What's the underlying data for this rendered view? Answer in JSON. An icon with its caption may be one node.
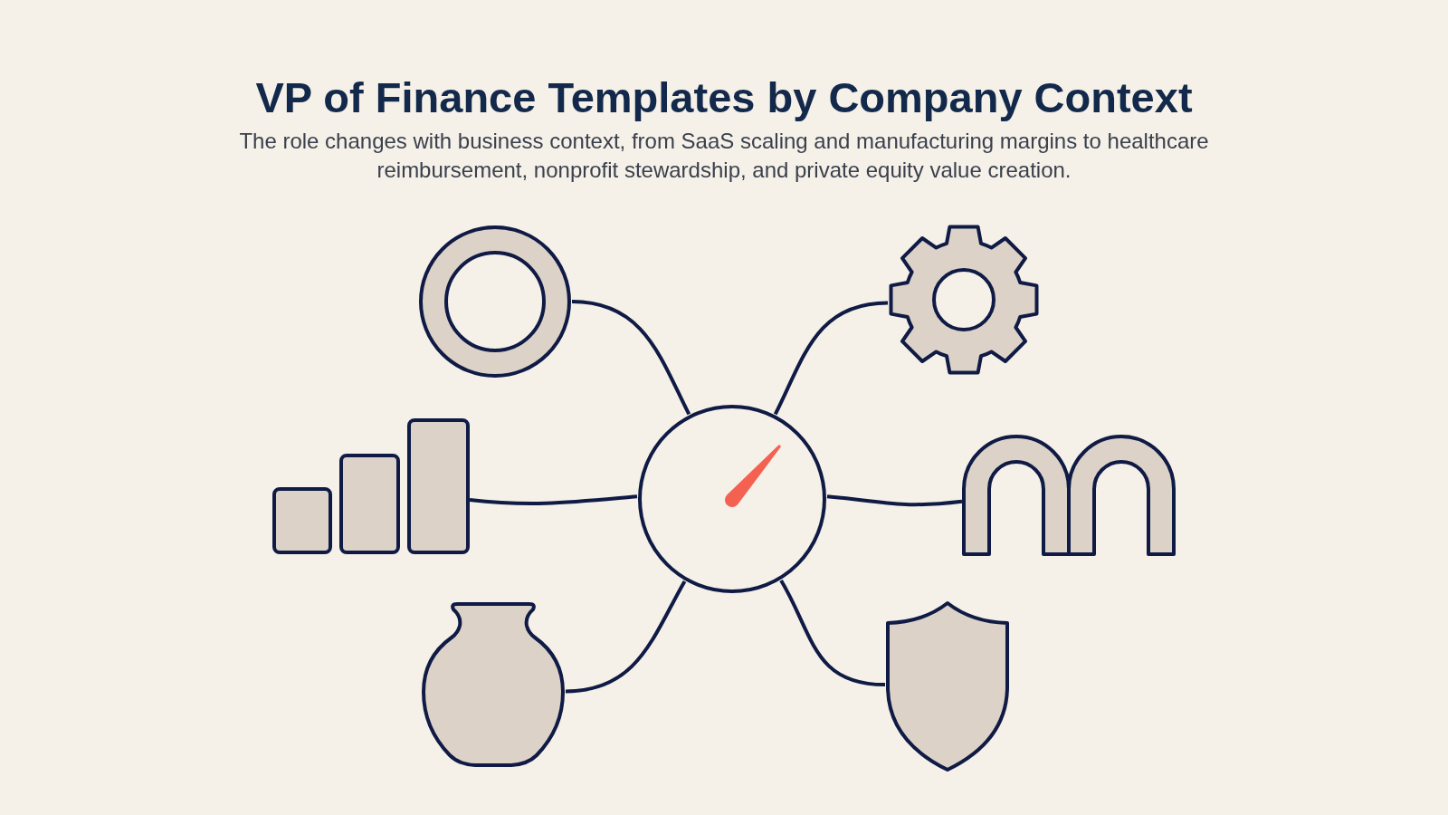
{
  "diagram": {
    "title": "VP of Finance Templates by Company Context",
    "nodes": [
      {
        "text": [],
        "shape": "ring"
      },
      {
        "text": [],
        "shape": "gear"
      },
      {
        "text": [],
        "shape": "bar"
      },
      {
        "text": [],
        "shape": "gauge"
      },
      {
        "text": [],
        "shape": "arch"
      },
      {
        "text": [],
        "shape": "vase"
      },
      {
        "text": [],
        "shape": "shield"
      }
    ],
    "edges": [
      {
        "from": 3,
        "to": 0,
        "arrow": "none"
      },
      {
        "from": 3,
        "to": 1,
        "arrow": "none"
      },
      {
        "from": 3,
        "to": 2,
        "arrow": "none"
      },
      {
        "from": 3,
        "to": 4,
        "arrow": "none"
      },
      {
        "from": 3,
        "to": 5,
        "arrow": "none"
      },
      {
        "from": 3,
        "to": 6,
        "arrow": "none"
      }
    ],
    "labels": [
      "The role changes with business context, from SaaS scaling and manufacturing margins to healthcare reimbursement, nonprofit stewardship, and private equity value creation."
    ]
  }
}
